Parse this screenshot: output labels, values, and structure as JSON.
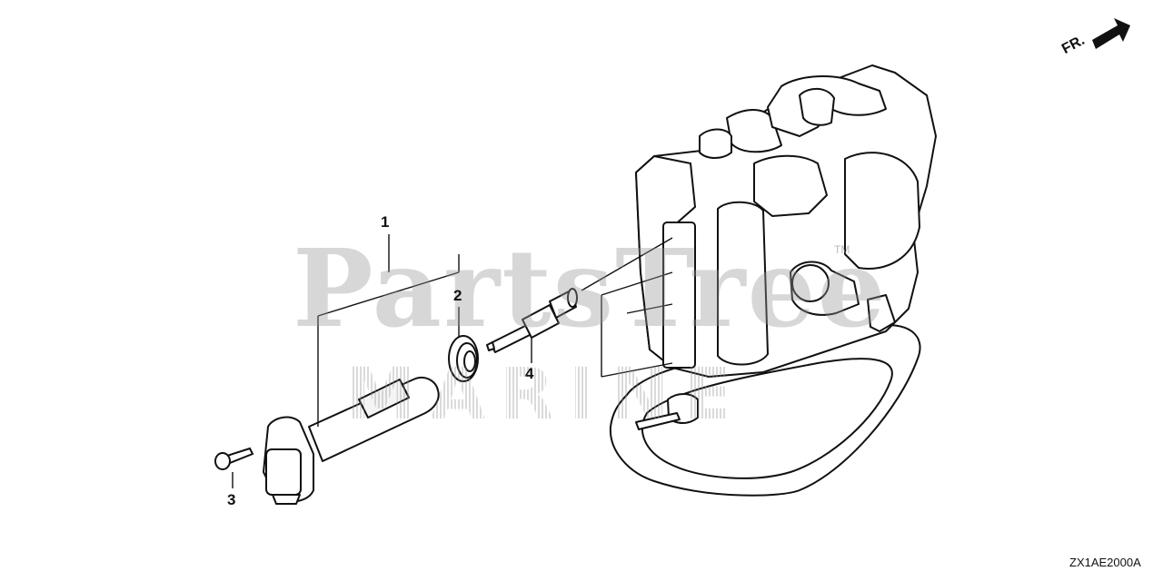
{
  "callouts": {
    "c1": "1",
    "c2": "2",
    "c3": "3",
    "c4": "4"
  },
  "direction_label": "FR.",
  "diagram_code": "ZX1AE2000A",
  "watermark": {
    "line1": "PartsTree",
    "line2": "MARINE",
    "trademark": "TM"
  },
  "icons": {
    "direction": "arrow-right-icon"
  }
}
